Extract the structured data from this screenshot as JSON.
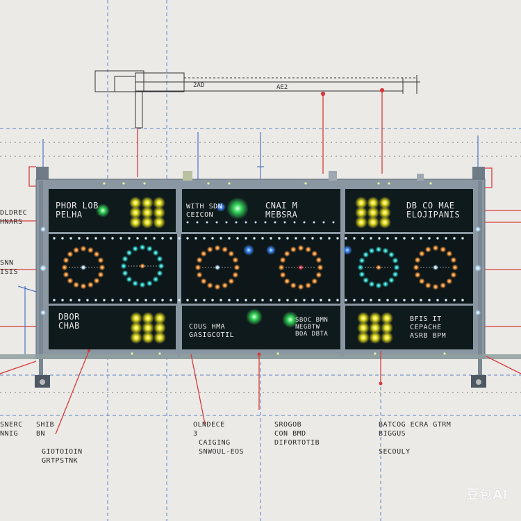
{
  "colors": {
    "background": "#ebeae7",
    "frame": "#7c8a96",
    "panel": "#0f1a1c",
    "leader": "#d63a3a",
    "dim_line": "#2f5fb8",
    "led_yellow": "#e6e020",
    "led_green": "#39d95a",
    "led_cyan": "#30d6d0",
    "led_orange": "#ff9a3a"
  },
  "panels": {
    "top_left": [
      "PHOR LOB",
      "PELHA"
    ],
    "top_mid_a": [
      "WITH SDN",
      "CEICON"
    ],
    "top_mid_b": [
      "CNAI M",
      "MEBSRA"
    ],
    "top_right": [
      "DB CO MAE",
      "ELOJIPANIS"
    ],
    "bottom_left": [
      "DBOR",
      "CHAB"
    ],
    "bottom_mid_a": [
      "COUS HMA",
      "GASIGCOTIL"
    ],
    "bottom_mid_b": [
      "SBOC BMN",
      "NEGBTW",
      "BOA DBTA"
    ],
    "bottom_right": [
      "BFIS IT",
      "CEPACHE",
      "ASRB BPM"
    ]
  },
  "side_labels": {
    "left_upper": [
      "DLDREC",
      "HNARS"
    ],
    "left_mid": [
      "SNN",
      "ISIS"
    ]
  },
  "annotations": {
    "col1": [
      "SNERC",
      "NNIG"
    ],
    "col2": [
      "SHIB",
      "BN",
      "",
      "GIOTOIOIN",
      "GRTPSTNK"
    ],
    "col3": [
      "OLNDECE",
      "3",
      "CAIGING",
      "SNWOUL-EOS"
    ],
    "col4": [
      "SROGOB",
      "CON BMD",
      "DIFORTOTIB"
    ],
    "col5": [
      "BATCOG ECRA GTRM",
      "BIGGUS",
      "",
      "SECOULY"
    ]
  },
  "top_bracket": {
    "dim_a": "2AD",
    "dim_b": "AE2"
  },
  "watermark": "豆包AI"
}
